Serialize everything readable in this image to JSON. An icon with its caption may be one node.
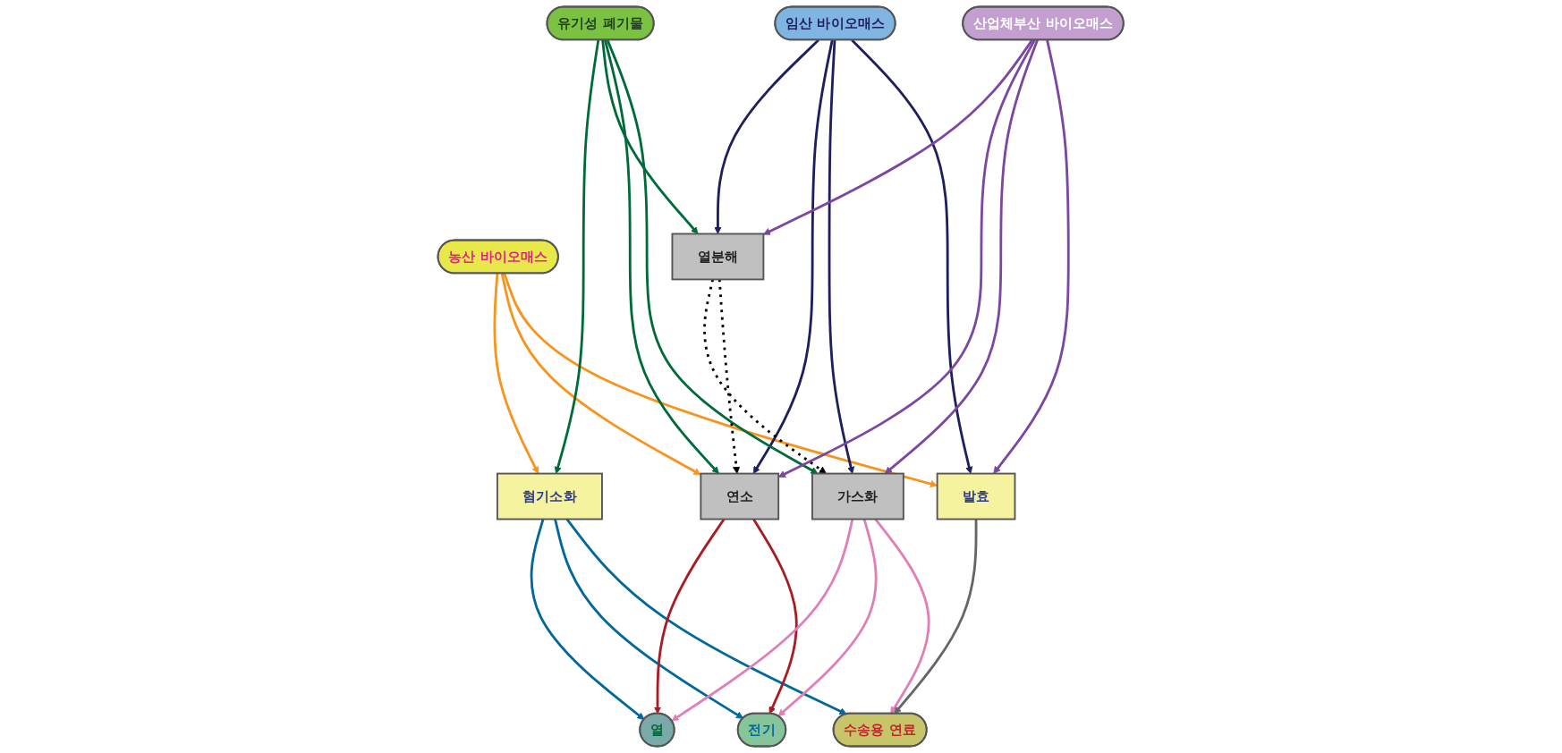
{
  "diagram": {
    "nodes": [
      {
        "text": [
          "농산 바이오매스"
        ]
      },
      {
        "text": [
          "임산 바이오매스"
        ]
      },
      {
        "text": [
          "유기성 폐기물"
        ]
      },
      {
        "text": [
          "산업체부산 바이오매스"
        ]
      },
      {
        "text": [
          "열분해"
        ]
      },
      {
        "text": [
          "가스화"
        ]
      },
      {
        "text": [
          "혐기소화"
        ]
      },
      {
        "text": [
          "연소"
        ]
      },
      {
        "text": [
          "발효"
        ]
      },
      {
        "text": [
          "열"
        ]
      },
      {
        "text": [
          "전기"
        ]
      },
      {
        "text": [
          "수송용 연료"
        ]
      }
    ],
    "edges": [
      {
        "from": 0,
        "to": 6,
        "arrow": "to",
        "color": "#f7941d"
      },
      {
        "from": 0,
        "to": 7,
        "arrow": "to",
        "color": "#f7941d"
      },
      {
        "from": 0,
        "to": 8,
        "arrow": "to",
        "color": "#f7941d"
      },
      {
        "from": 1,
        "to": 4,
        "arrow": "to",
        "color": "#1f1f5f"
      },
      {
        "from": 1,
        "to": 7,
        "arrow": "to",
        "color": "#1f1f5f"
      },
      {
        "from": 1,
        "to": 5,
        "arrow": "to",
        "color": "#1f1f5f"
      },
      {
        "from": 1,
        "to": 8,
        "arrow": "to",
        "color": "#1f1f5f"
      },
      {
        "from": 2,
        "to": 6,
        "arrow": "to",
        "color": "#006b3a"
      },
      {
        "from": 2,
        "to": 4,
        "arrow": "to",
        "color": "#006b3a"
      },
      {
        "from": 2,
        "to": 7,
        "arrow": "to",
        "color": "#006b3a"
      },
      {
        "from": 2,
        "to": 5,
        "arrow": "to",
        "color": "#006b3a"
      },
      {
        "from": 3,
        "to": 4,
        "arrow": "to",
        "color": "#7b47a0"
      },
      {
        "from": 3,
        "to": 7,
        "arrow": "to",
        "color": "#7b47a0"
      },
      {
        "from": 3,
        "to": 5,
        "arrow": "to",
        "color": "#7b47a0"
      },
      {
        "from": 3,
        "to": 8,
        "arrow": "to",
        "color": "#7b47a0"
      },
      {
        "from": 4,
        "to": 5,
        "arrow": "to",
        "style": "dashed",
        "color": "#000000"
      },
      {
        "from": 4,
        "to": 7,
        "arrow": "to",
        "style": "dashed",
        "color": "#000000"
      },
      {
        "from": 6,
        "to": 9,
        "arrow": "to",
        "color": "#00689a"
      },
      {
        "from": 6,
        "to": 10,
        "arrow": "to",
        "color": "#00689a"
      },
      {
        "from": 6,
        "to": 11,
        "arrow": "to",
        "color": "#00689a"
      },
      {
        "from": 7,
        "to": 9,
        "arrow": "to",
        "color": "#a81c24"
      },
      {
        "from": 7,
        "to": 10,
        "arrow": "to",
        "color": "#a81c24"
      },
      {
        "from": 5,
        "to": 9,
        "arrow": "to",
        "color": "#e07fb5"
      },
      {
        "from": 5,
        "to": 10,
        "arrow": "to",
        "color": "#e07fb5"
      },
      {
        "from": 5,
        "to": 11,
        "arrow": "to",
        "color": "#e07fb5"
      },
      {
        "from": 8,
        "to": 11,
        "arrow": "to",
        "color": "#666666"
      }
    ]
  }
}
